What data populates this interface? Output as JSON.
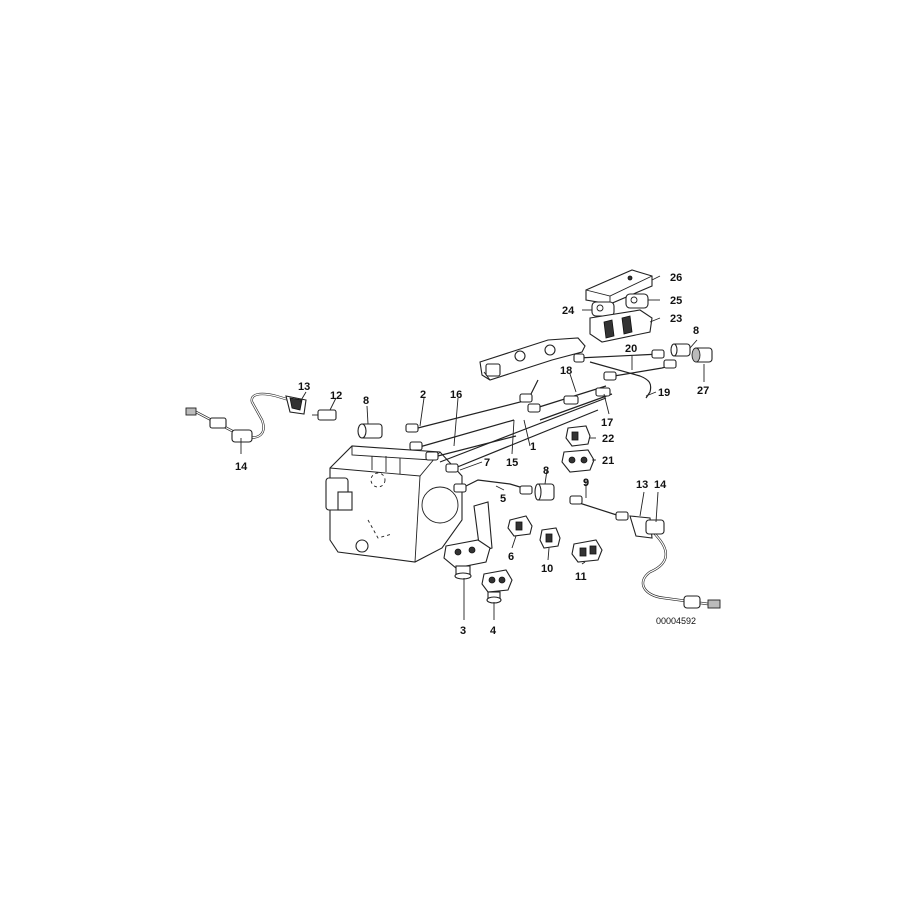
{
  "labels": {
    "l1": "1",
    "l2": "2",
    "l3": "3",
    "l4": "4",
    "l5": "5",
    "l6": "6",
    "l7": "7",
    "l8a": "8",
    "l8b": "8",
    "l8c": "8",
    "l9": "9",
    "l10": "10",
    "l11": "11",
    "l12": "12",
    "l13a": "13",
    "l13b": "13",
    "l14a": "14",
    "l14b": "14",
    "l15": "15",
    "l16": "16",
    "l17": "17",
    "l18": "18",
    "l19": "19",
    "l20": "20",
    "l21": "21",
    "l22": "22",
    "l23": "23",
    "l24": "24",
    "l25": "25",
    "l26": "26",
    "l27": "27"
  },
  "diagram_code": "00004592"
}
